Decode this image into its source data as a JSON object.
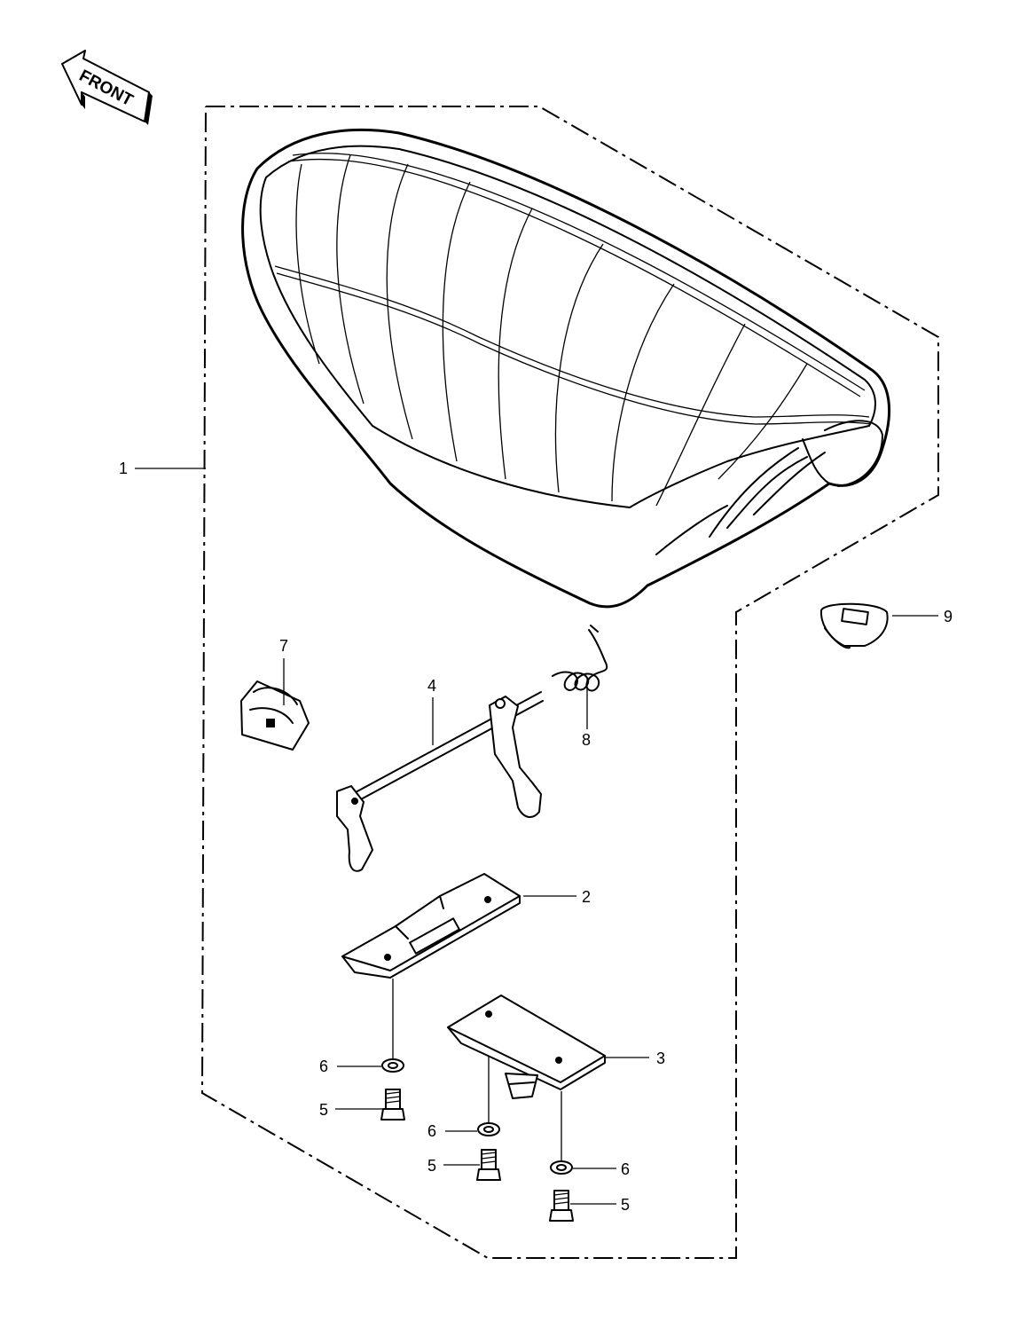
{
  "front_label": "FRONT",
  "callouts": [
    "1",
    "2",
    "3",
    "4",
    "5",
    "5",
    "5",
    "6",
    "6",
    "6",
    "7",
    "8",
    "9"
  ]
}
